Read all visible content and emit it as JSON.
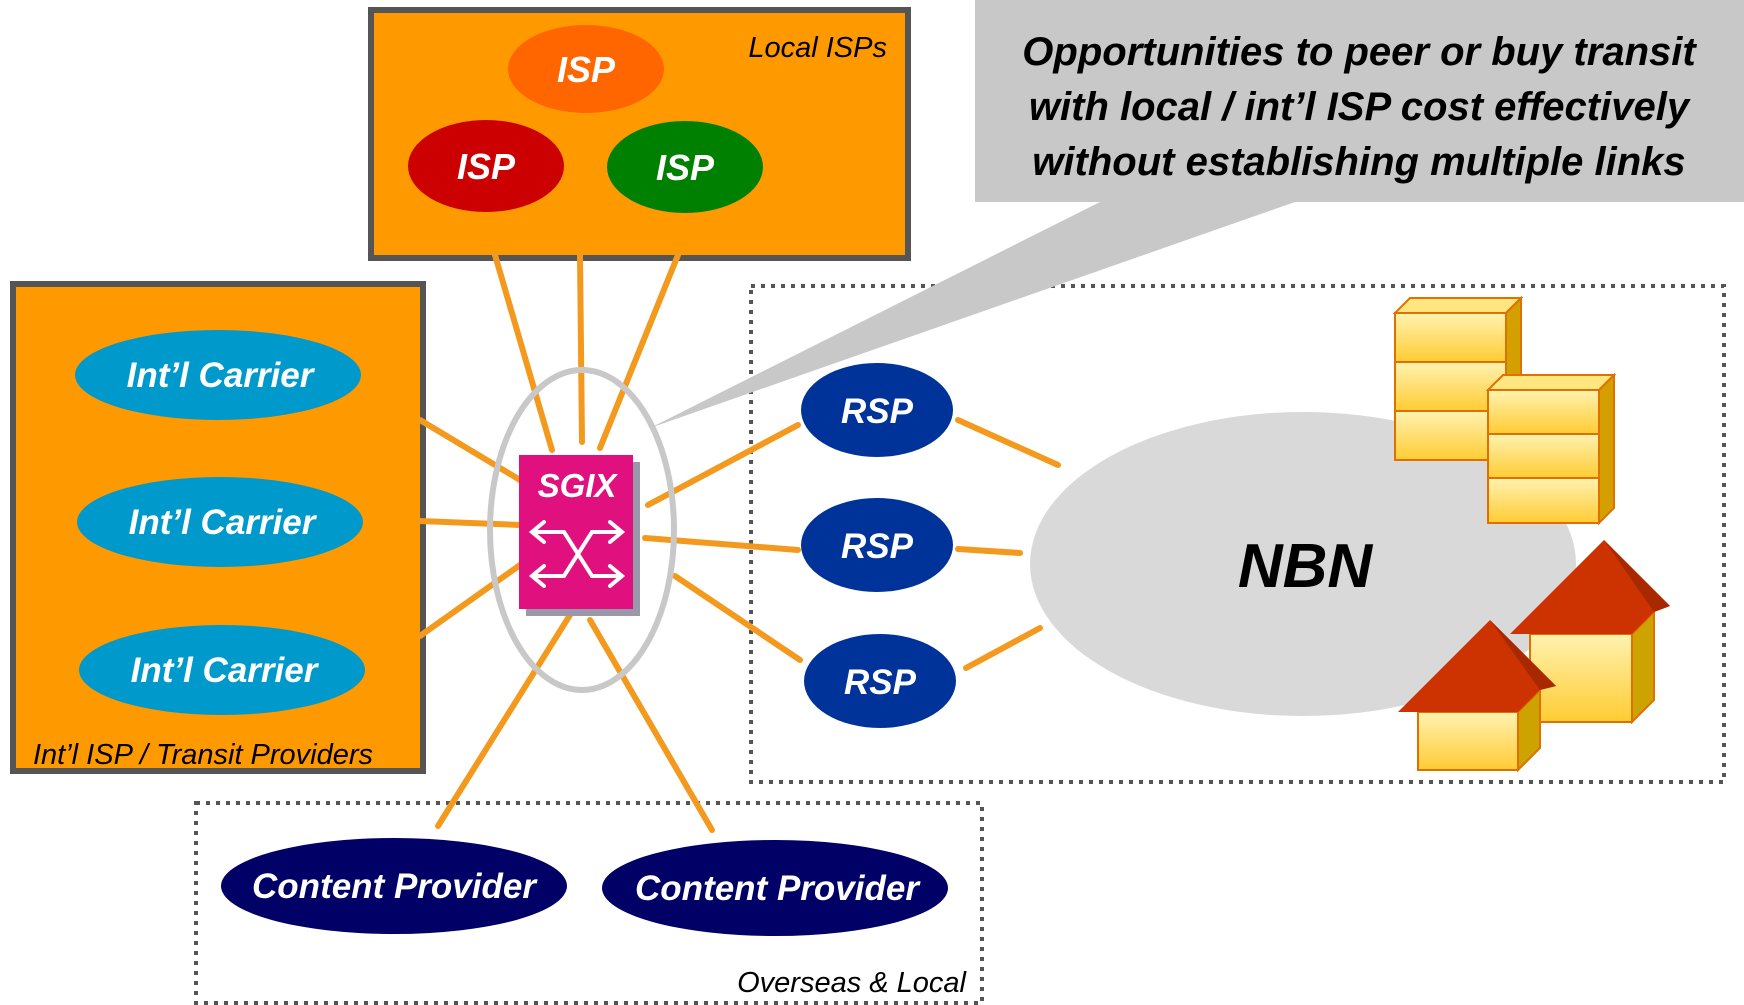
{
  "callout": {
    "lines": [
      "Opportunities to peer or buy transit",
      "with local / int’l ISP cost effectively",
      "without establishing multiple links"
    ]
  },
  "groups": {
    "local_isps": "Local ISPs",
    "intl_transit": "Int’l ISP / Transit Providers",
    "overseas_local": "Overseas & Local"
  },
  "nodes": {
    "isp_top": "ISP",
    "isp_left": "ISP",
    "isp_right": "ISP",
    "carrier_1": "Int’l Carrier",
    "carrier_2": "Int’l Carrier",
    "carrier_3": "Int’l Carrier",
    "sgix": "SGIX",
    "rsp_1": "RSP",
    "rsp_2": "RSP",
    "rsp_3": "RSP",
    "nbn": "NBN",
    "content_1": "Content Provider",
    "content_2": "Content Provider"
  },
  "colors": {
    "orange_box": "#FF9900",
    "box_border": "#555555",
    "link": "#F39A1E",
    "isp_top": "#FF6600",
    "isp_left": "#CC0000",
    "isp_right": "#008000",
    "carrier": "#0099CC",
    "rsp": "#003399",
    "content": "#000066",
    "sgix": "#E0117F",
    "nbn": "#D9D9D9",
    "callout": "#C8C8C8",
    "roof": "#CC3300",
    "wall": "#FFD24D",
    "wall_side": "#CCA300"
  },
  "icons": [
    "switch-icon",
    "server-stack-icon",
    "house-icon"
  ]
}
